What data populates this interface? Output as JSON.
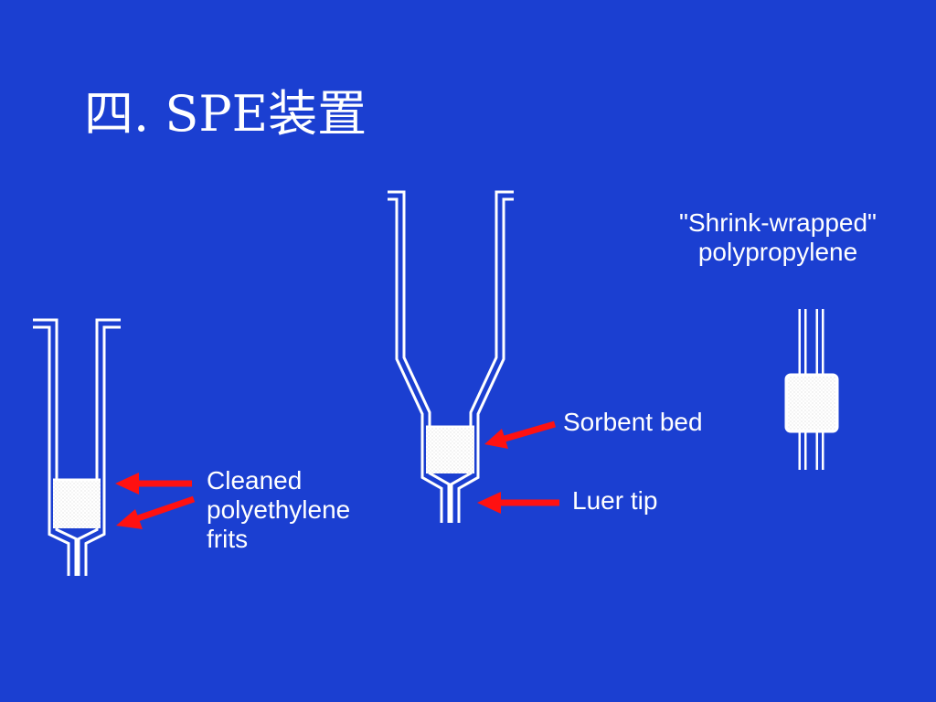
{
  "slide": {
    "title": "四. SPE装置",
    "background_color": "#1b3fd1",
    "arrow_color": "#ff1111",
    "labels": {
      "frits_line1": "Cleaned",
      "frits_line2": "polyethylene",
      "frits_line3": "frits",
      "sorbent": "Sorbent bed",
      "luer": "Luer tip",
      "shrink_line1": "\"Shrink-wrapped\"",
      "shrink_line2": "polypropylene"
    }
  }
}
